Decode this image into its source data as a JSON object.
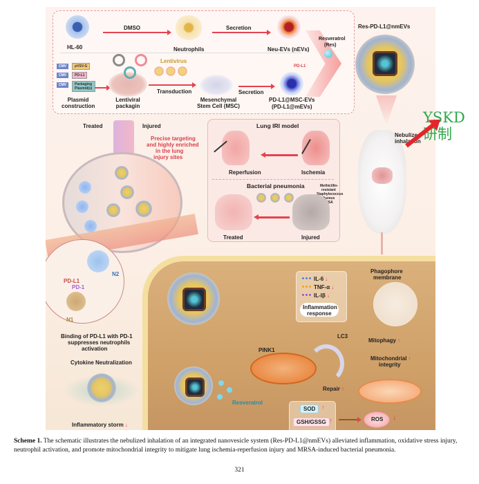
{
  "figure": {
    "top_pipeline": {
      "hl60": "HL-60",
      "dmso": "DMSO",
      "neutrophils": "Neutrophils",
      "secretion_top": "Secretion",
      "neu_evs": "Neu-EVs (nEVs)",
      "plasmids": [
        {
          "promoter": "CMV",
          "name": "pVSV-G"
        },
        {
          "promoter": "CMV",
          "name": "PD-L1"
        },
        {
          "promoter": "CMV",
          "name": "Packaging Plasmid(s)"
        }
      ],
      "plasmid_construction": "Plasmid construction",
      "lentiviral_packagin": "Lentiviral packagin",
      "lentivirus": "Lentivirus",
      "transduction": "Transduction",
      "msc": "Mesenchymal Stem Cell (MSC)",
      "secretion_bottom": "Secretion",
      "pd_l1_tag": "PD-L1",
      "pd_l1_msc_evs": "PD-L1@MSC-EVs",
      "pd_l1_mevs": "(PD-L1@mEVs)",
      "resveratrol": "Resveratrol",
      "res": "(Res)",
      "product": "Res-PD-L1@nmEVs"
    },
    "mouse": {
      "nebulized": "Nebulized",
      "inhalation": "inhalation"
    },
    "alveolus": {
      "treated": "Treated",
      "injured": "Injured",
      "targeting": [
        "Precise targeting",
        "and highly enriched",
        "in the lung",
        "injury sites"
      ]
    },
    "models": {
      "iri_title": "Lung IRI model",
      "reperfusion": "Reperfusion",
      "ischemia": "Ischemia",
      "pneumonia_title": "Bacterial pneumonia",
      "mrsa": [
        "Methicillin-",
        "resistant",
        "Staphylococcus",
        "Aureus",
        "MRSA"
      ],
      "treated": "Treated",
      "injured": "Injured"
    },
    "neutrophil": {
      "pd_l1": "PD-L1",
      "pd_1": "PD-1",
      "n1": "N1",
      "n2": "N2",
      "caption": [
        "Binding of PD-L1 with PD-1",
        "suppresses neutrophils",
        "activation"
      ]
    },
    "cytokine": {
      "title": "Cytokine Neutralization",
      "storm": "Inflammatory storm"
    },
    "inflammation": {
      "items": [
        {
          "name": "IL-6",
          "color": "#4a7fe0"
        },
        {
          "name": "TNF-α",
          "color": "#f0a020"
        },
        {
          "name": "IL-Iβ",
          "color": "#a04ad8"
        }
      ],
      "response": [
        "Inflammation",
        "response"
      ]
    },
    "cell": {
      "phagophore": [
        "Phagophore",
        "membrane"
      ],
      "lc3": "LC3",
      "pink1": "PINK1",
      "mitophagy": "Mitophagy",
      "mito_integrity": [
        "Mitochondrial",
        "integrity"
      ],
      "repair": "Repair",
      "resveratrol": "Resveratrol",
      "sod": "SOD",
      "gsh": "GSH/GSSG",
      "ros": "ROS"
    }
  },
  "caption": {
    "label": "Scheme 1.",
    "text": "The schematic illustrates the nebulized inhalation of an integrated nanovesicle system (Res-PD-L1@nmEVs) alleviated inflammation, oxidative stress injury, neutrophil activation, and promote mitochondrial integrity to mitigate lung ischemia-reperfusion injury and MRSA-induced bacterial pneumonia."
  },
  "page_number": "321",
  "watermark": {
    "line1": "YSKD",
    "line2": "研制"
  }
}
